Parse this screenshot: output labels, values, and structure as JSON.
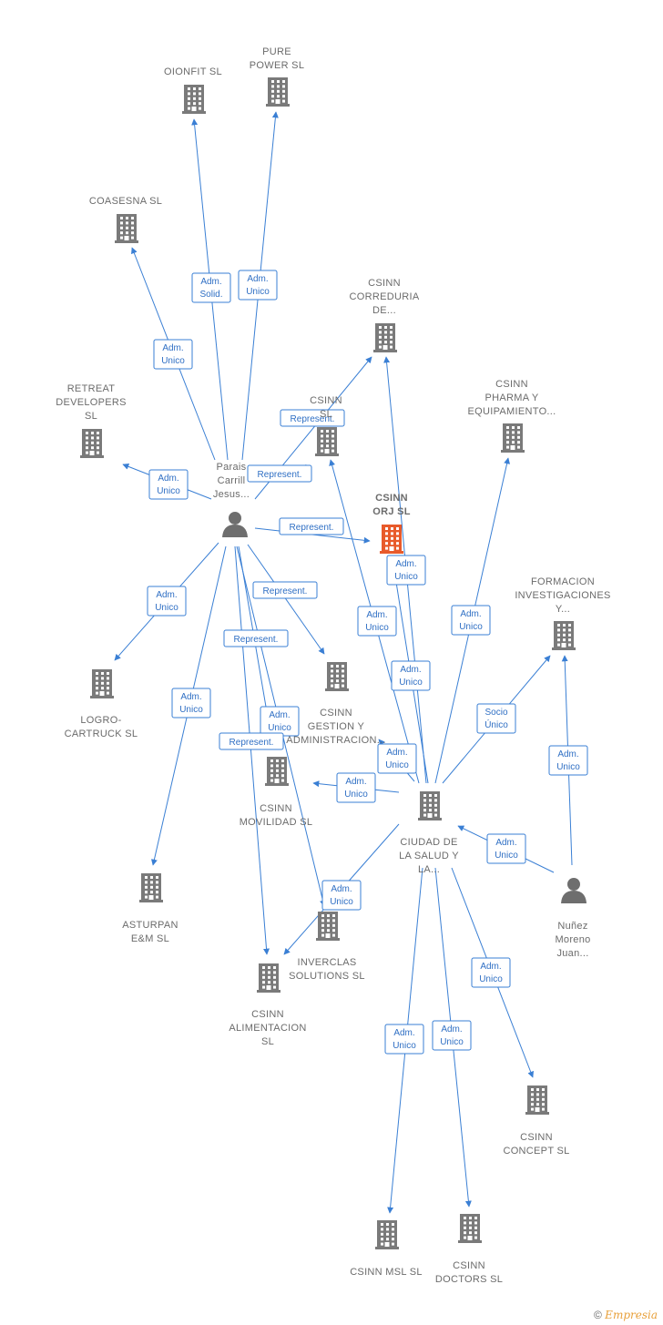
{
  "colors": {
    "edge": "#3a7fd4",
    "building": "#7a7a7a",
    "building_highlight": "#e85a2a",
    "person": "#6e6e6e"
  },
  "nodes": [
    {
      "id": "oionfit",
      "type": "company",
      "label": [
        "OIONFIT  SL"
      ]
    },
    {
      "id": "pure_power",
      "type": "company",
      "label": [
        "PURE",
        "POWER  SL"
      ]
    },
    {
      "id": "coasesna",
      "type": "company",
      "label": [
        "COASESNA  SL"
      ]
    },
    {
      "id": "csinn_correduria",
      "type": "company",
      "label": [
        "CSINN",
        "CORREDURIA",
        "DE..."
      ]
    },
    {
      "id": "retreat",
      "type": "company",
      "label": [
        "RETREAT",
        "DEVELOPERS",
        "SL"
      ]
    },
    {
      "id": "csinn_sl",
      "type": "company",
      "label": [
        "CSINN",
        "SL"
      ]
    },
    {
      "id": "csinn_pharma",
      "type": "company",
      "label": [
        "CSINN",
        "PHARMA Y",
        "EQUIPAMIENTO..."
      ]
    },
    {
      "id": "paraiso",
      "type": "person",
      "label": [
        "Parais",
        "Carrill",
        "Jesus..."
      ]
    },
    {
      "id": "csinn_orj",
      "type": "company",
      "highlight": true,
      "label": [
        "CSINN",
        "ORJ  SL"
      ]
    },
    {
      "id": "formacion",
      "type": "company",
      "label": [
        "FORMACION",
        "INVESTIGACIONES",
        "Y..."
      ]
    },
    {
      "id": "logro",
      "type": "company",
      "label": [
        "LOGRO-",
        "CARTRUCK  SL"
      ]
    },
    {
      "id": "csinn_gestion",
      "type": "company",
      "label": [
        "CSINN",
        "GESTION Y",
        "ADMINISTRACION..."
      ]
    },
    {
      "id": "csinn_movilidad",
      "type": "company",
      "label": [
        "CSINN",
        "MOVILIDAD  SL"
      ]
    },
    {
      "id": "ciudad",
      "type": "company",
      "label": [
        "CIUDAD DE",
        "LA SALUD Y",
        "LA..."
      ]
    },
    {
      "id": "asturpan",
      "type": "company",
      "label": [
        "ASTURPAN",
        "E&M  SL"
      ]
    },
    {
      "id": "nunez",
      "type": "person",
      "label": [
        "Nuñez",
        "Moreno",
        "Juan..."
      ]
    },
    {
      "id": "inverclas",
      "type": "company",
      "label": [
        "INVERCLAS",
        "SOLUTIONS SL"
      ]
    },
    {
      "id": "csinn_alimentacion",
      "type": "company",
      "label": [
        "CSINN",
        "ALIMENTACION",
        "SL"
      ]
    },
    {
      "id": "csinn_concept",
      "type": "company",
      "label": [
        "CSINN",
        "CONCEPT  SL"
      ]
    },
    {
      "id": "csinn_msl",
      "type": "company",
      "label": [
        "CSINN MSL  SL"
      ]
    },
    {
      "id": "csinn_doctors",
      "type": "company",
      "label": [
        "CSINN",
        "DOCTORS  SL"
      ]
    }
  ],
  "edges": [
    {
      "from": "paraiso",
      "to": "oionfit",
      "label": [
        "Adm.",
        "Solid."
      ]
    },
    {
      "from": "paraiso",
      "to": "pure_power",
      "label": [
        "Adm.",
        "Unico"
      ]
    },
    {
      "from": "paraiso",
      "to": "coasesna",
      "label": [
        "Adm.",
        "Unico"
      ]
    },
    {
      "from": "paraiso",
      "to": "csinn_correduria",
      "label": [
        "Represent."
      ]
    },
    {
      "from": "paraiso",
      "to": "retreat",
      "label": [
        "Adm.",
        "Unico"
      ]
    },
    {
      "from": "paraiso",
      "to": "csinn_sl",
      "label": [
        "Represent."
      ]
    },
    {
      "from": "paraiso",
      "to": "csinn_orj",
      "label": [
        "Represent."
      ]
    },
    {
      "from": "paraiso",
      "to": "logro",
      "label": [
        "Adm.",
        "Unico"
      ]
    },
    {
      "from": "paraiso",
      "to": "csinn_gestion",
      "label": [
        "Represent."
      ]
    },
    {
      "from": "paraiso",
      "to": "csinn_movilidad",
      "label": [
        "Represent."
      ]
    },
    {
      "from": "paraiso",
      "to": "inverclas",
      "label": [
        "Adm.",
        "Unico"
      ]
    },
    {
      "from": "paraiso",
      "to": "asturpan",
      "label": [
        "Adm.",
        "Unico"
      ]
    },
    {
      "from": "paraiso",
      "to": "csinn_alimentacion",
      "label": [
        "Represent."
      ]
    },
    {
      "from": "ciudad",
      "to": "csinn_correduria",
      "label": [
        "Adm.",
        "Unico"
      ]
    },
    {
      "from": "ciudad",
      "to": "csinn_sl",
      "label": [
        "Adm.",
        "Unico"
      ]
    },
    {
      "from": "ciudad",
      "to": "csinn_pharma",
      "label": [
        "Adm.",
        "Unico"
      ]
    },
    {
      "from": "ciudad",
      "to": "csinn_orj",
      "label": [
        "Adm.",
        "Unico"
      ]
    },
    {
      "from": "ciudad",
      "to": "formacion",
      "label": [
        "Socio",
        "Único"
      ]
    },
    {
      "from": "ciudad",
      "to": "csinn_gestion",
      "label": [
        "Adm.",
        "Unico"
      ]
    },
    {
      "from": "ciudad",
      "to": "csinn_movilidad",
      "label": [
        "Adm.",
        "Unico"
      ]
    },
    {
      "from": "ciudad",
      "to": "csinn_alimentacion",
      "label": [
        "Adm.",
        "Unico"
      ]
    },
    {
      "from": "ciudad",
      "to": "csinn_concept",
      "label": [
        "Adm.",
        "Unico"
      ]
    },
    {
      "from": "ciudad",
      "to": "csinn_msl",
      "label": [
        "Adm.",
        "Unico"
      ]
    },
    {
      "from": "ciudad",
      "to": "csinn_doctors",
      "label": [
        "Adm.",
        "Unico"
      ]
    },
    {
      "from": "nunez",
      "to": "ciudad",
      "label": [
        "Adm.",
        "Unico"
      ]
    },
    {
      "from": "nunez",
      "to": "formacion",
      "label": [
        "Adm.",
        "Unico"
      ]
    }
  ],
  "footer": {
    "copyright": "©",
    "brand_initial": "E",
    "brand_rest": "mpresia"
  }
}
